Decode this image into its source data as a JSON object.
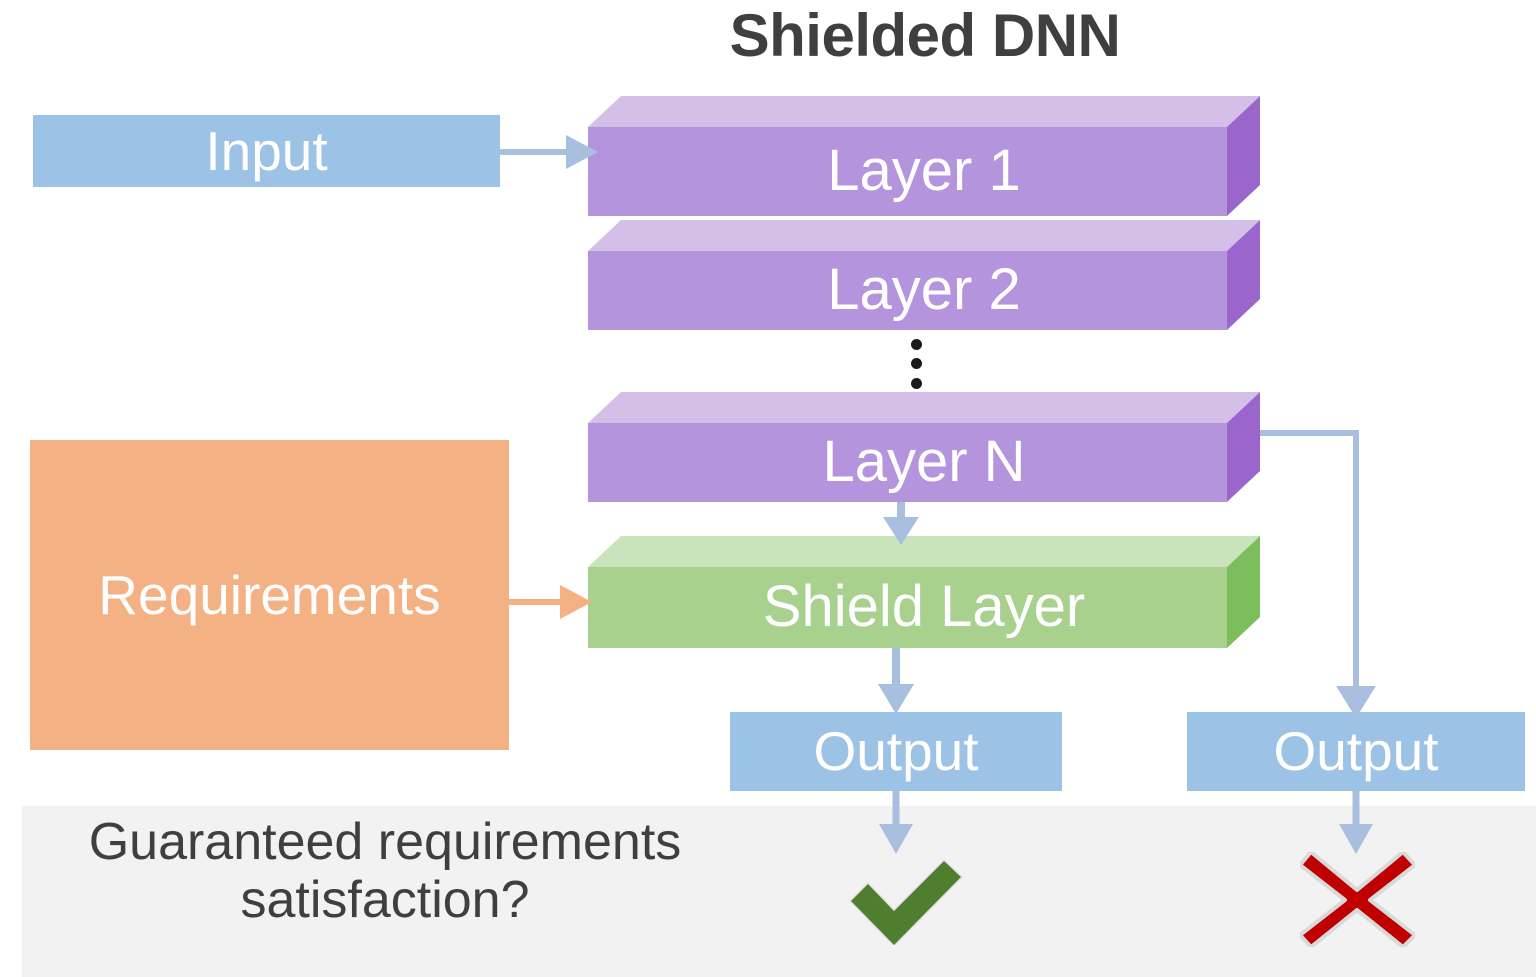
{
  "diagram": {
    "title": "Shielded DNN",
    "title_color": "#3f3f3f",
    "background": "#ffffff"
  },
  "nodes": {
    "input": {
      "label": "Input",
      "color": "#9CC3E5",
      "text_color": "#ffffff"
    },
    "requirements": {
      "label": "Requirements",
      "color": "#F4B183",
      "text_color": "#ffffff"
    },
    "layer1": {
      "label": "Layer 1",
      "color": "#B494DC",
      "text_color": "#ffffff"
    },
    "layer2": {
      "label": "Layer 2",
      "color": "#B494DC",
      "text_color": "#ffffff"
    },
    "layerN": {
      "label": "Layer N",
      "color": "#B494DC",
      "text_color": "#ffffff"
    },
    "shield": {
      "label": "Shield Layer",
      "color": "#A9D18E",
      "text_color": "#ffffff"
    },
    "output_left": {
      "label": "Output",
      "color": "#9CC3E5",
      "text_color": "#ffffff"
    },
    "output_right": {
      "label": "Output",
      "color": "#9CC3E5",
      "text_color": "#ffffff"
    }
  },
  "ellipsis": {
    "label": "vertical-ellipsis",
    "dots": 3
  },
  "footer": {
    "question_line1": "Guaranteed requirements",
    "question_line2": "satisfaction?",
    "band_color": "#F2F2F2",
    "text_color": "#3f3f3f"
  },
  "marks": {
    "check": {
      "name": "check-mark",
      "meaning": "satisfied",
      "color": "#4E7E2E"
    },
    "cross": {
      "name": "cross-mark",
      "meaning": "not-satisfied",
      "color": "#C00000"
    }
  },
  "connectors": {
    "arrow_color_blue": "#A9BFE0",
    "arrow_color_orange": "#F4B183",
    "edges": [
      {
        "from": "input",
        "to": "layer1",
        "style": "straight-right",
        "color": "#A9BFE0"
      },
      {
        "from": "requirements",
        "to": "shield",
        "style": "straight-right",
        "color": "#F4B183"
      },
      {
        "from": "layerN",
        "to": "shield",
        "style": "straight-down",
        "color": "#A9BFE0"
      },
      {
        "from": "layerN",
        "to": "output_right",
        "style": "elbow-right-down",
        "color": "#A9BFE0"
      },
      {
        "from": "shield",
        "to": "output_left",
        "style": "straight-down",
        "color": "#A9BFE0"
      },
      {
        "from": "output_left",
        "to": "check",
        "style": "straight-down",
        "color": "#A9BFE0"
      },
      {
        "from": "output_right",
        "to": "cross",
        "style": "straight-down",
        "color": "#A9BFE0"
      }
    ]
  }
}
